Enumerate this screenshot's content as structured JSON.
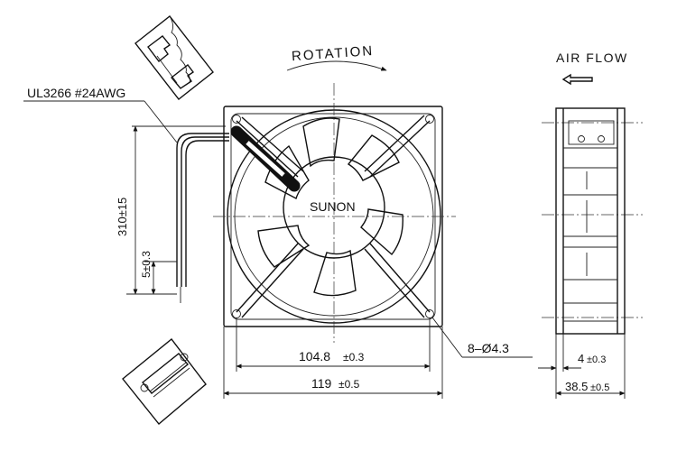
{
  "labels": {
    "rotation": "ROTATION",
    "air_flow": "AIR FLOW",
    "cable": "UL3266 #24AWG",
    "brand": "SUNON",
    "lead_length": "310±15",
    "strip_length": "5±0.3",
    "hole_spacing_value": "104.8",
    "hole_spacing_tol": "±0.3",
    "frame_width_value": "119",
    "frame_width_tol": "±0.5",
    "mount_holes": "8–Ø4.3",
    "flange_value": "4",
    "flange_tol": "±0.3",
    "depth_value": "38.5",
    "depth_tol": "±0.5"
  }
}
